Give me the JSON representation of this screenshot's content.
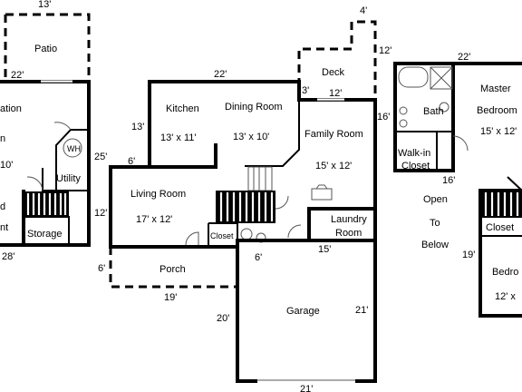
{
  "basement": {
    "dim_top": "13'",
    "dim_patio_bottom": "22'",
    "dim_right": "25'",
    "dim_bottom": "28'",
    "patio": "Patio",
    "rec_line1": "ation",
    "rec_line2": "n",
    "rec_line3": "10'",
    "utility": "Utility",
    "storage": "Storage",
    "cut_line1": "d",
    "cut_line2": "nt",
    "wh": "WH"
  },
  "main": {
    "dim_top": "22'",
    "dim_kitchen_left": "13'",
    "dim_living_notch": "6'",
    "dim_living_left": "12'",
    "dim_porch_left": "6'",
    "dim_porch_bottom": "19'",
    "dim_garage_left": "20'",
    "dim_garage_right": "21'",
    "dim_garage_bottom": "21'",
    "dim_garage_notch": "6'",
    "dim_laundry_bottom": "15'",
    "dim_deck_top": "4'",
    "dim_deck_right": "12'",
    "dim_deck_left": "3'",
    "dim_deck_bottom": "12'",
    "dim_family_right": "16'",
    "kitchen": "Kitchen",
    "kitchen_size": "13' x 11'",
    "dining": "Dining Room",
    "dining_size": "13' x 10'",
    "family": "Family Room",
    "family_size": "15' x 12'",
    "living": "Living Room",
    "living_size": "17' x 12'",
    "deck": "Deck",
    "laundry_line1": "Laundry",
    "laundry_line2": "Room",
    "closet": "Closet",
    "porch": "Porch",
    "garage": "Garage"
  },
  "upper": {
    "dim_top": "22'",
    "dim_mid": "16'",
    "dim_left": "19'",
    "bath": "Bath",
    "master_line1": "Master",
    "master_line2": "Bedroom",
    "master_size": "15' x 12'",
    "walkin_line1": "Walk-in",
    "walkin_line2": "Closet",
    "open_line1": "Open",
    "open_line2": "To",
    "open_line3": "Below",
    "closet": "Closet",
    "bedroom": "Bedro",
    "bedroom_size": "12' x"
  }
}
